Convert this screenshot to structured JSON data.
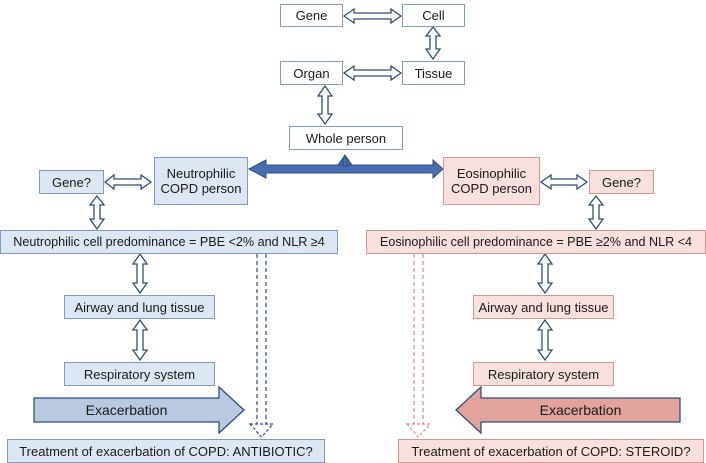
{
  "top": {
    "gene": "Gene",
    "cell": "Cell",
    "organ": "Organ",
    "tissue": "Tissue",
    "whole_person": "Whole person"
  },
  "left": {
    "person_line1": "Neutrophilic",
    "person_line2": "COPD person",
    "gene": "Gene?",
    "predominance": "Neutrophilic cell predominance = PBE <2% and NLR ≥4",
    "airway": "Airway and lung tissue",
    "respiratory": "Respiratory system",
    "exacerbation": "Exacerbation",
    "treatment": "Treatment of exacerbation of COPD: ANTIBIOTIC?"
  },
  "right": {
    "person_line1": "Eosinophilic",
    "person_line2": "COPD person",
    "gene": "Gene?",
    "predominance": "Eosinophilic cell predominance = PBE ≥2% and NLR <4",
    "airway": "Airway and lung tissue",
    "respiratory": "Respiratory system",
    "exacerbation": "Exacerbation",
    "treatment": "Treatment of exacerbation of COPD: STEROID?"
  },
  "colors": {
    "blue_fill": "#dde6f3",
    "pink_fill": "#f7e0dd",
    "blue_border": "#7f9cc0",
    "pink_border": "#d9958e",
    "arrow_stroke": "#2f4e7e",
    "main_arrow": "#4a6fb0",
    "blue_arrow_fill": "#b9c9e2",
    "pink_arrow_fill": "#e2a39c",
    "pink_dashed": "#e08a82"
  }
}
